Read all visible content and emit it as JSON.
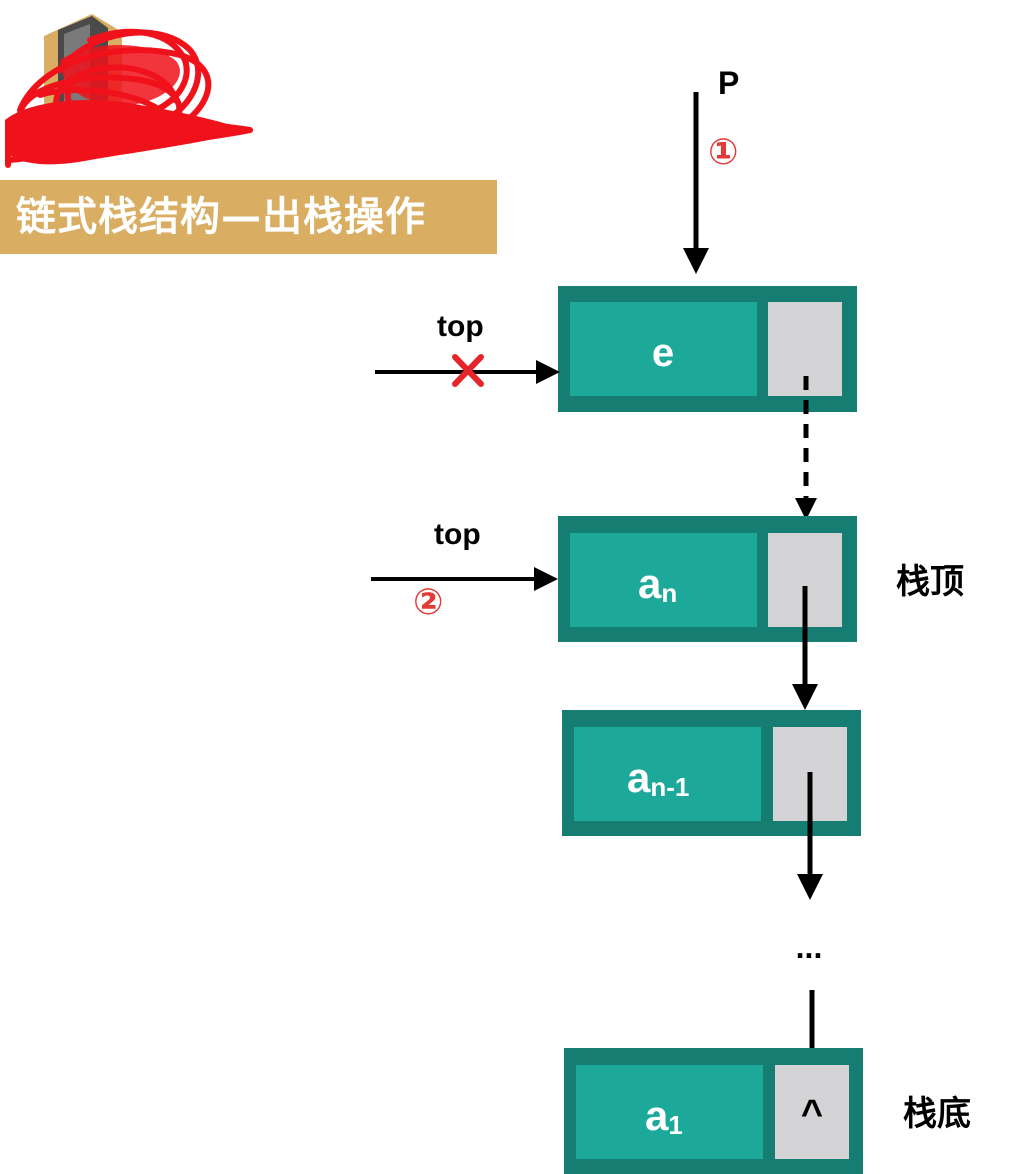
{
  "title": "链式栈结构—出栈操作",
  "pointer_p": "P",
  "step1": "①",
  "step2": "②",
  "top_old": "top",
  "top_new": "top",
  "stack_top_label": "栈顶",
  "stack_bottom_label": "栈底",
  "ellipsis": "...",
  "null_marker": "^",
  "nodes": [
    {
      "data": "e",
      "sub": ""
    },
    {
      "data": "a",
      "sub": "n"
    },
    {
      "data": "a",
      "sub": "n-1"
    },
    {
      "data": "a",
      "sub": "1"
    }
  ],
  "colors": {
    "node_outer": "#167d72",
    "node_data": "#1da99a",
    "node_pointer": "#d4d3d6",
    "title_bg": "#d9ae63",
    "step_red": "#e23a36",
    "cross_red": "#e5252a",
    "scribble_red": "#f0121b"
  }
}
